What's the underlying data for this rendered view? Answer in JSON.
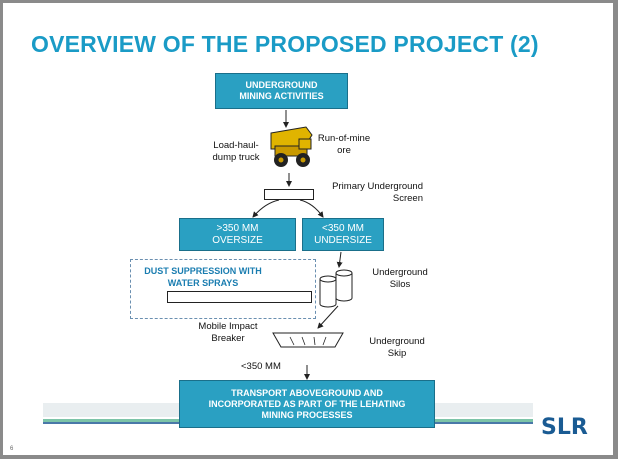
{
  "slide": {
    "title": "OVERVIEW OF THE PROPOSED PROJECT (2)",
    "number": "6",
    "logo_text": "SLR"
  },
  "diagram": {
    "underground_mining": "UNDERGROUND MINING ACTIVITIES",
    "load_haul_dump_truck": "Load-haul-dump truck",
    "run_of_mine_ore": "Run-of-mine ore",
    "primary_screen": "Primary Underground Screen",
    "oversize": ">350 MM OVERSIZE",
    "undersize": "<350 MM UNDERSIZE",
    "dust_suppression": "DUST SUPPRESSION WITH WATER SPRAYS",
    "underground_silos": "Underground Silos",
    "mobile_impact_breaker": "Mobile Impact Breaker",
    "underground_skip": "Underground Skip",
    "less_350": "<350 MM",
    "transport": "TRANSPORT ABOVEGROUND AND INCORPORATED AS PART OF THE LEHATING MINING PROCESSES"
  },
  "icons": {
    "truck": "dump-truck-icon",
    "silos": "silo-icon",
    "breaker": "impact-breaker-icon"
  },
  "colors": {
    "accent": "#1a9bc6",
    "box_fill": "#2aa0c2",
    "logo": "#1a5b93",
    "dust_text": "#1a7db0"
  }
}
